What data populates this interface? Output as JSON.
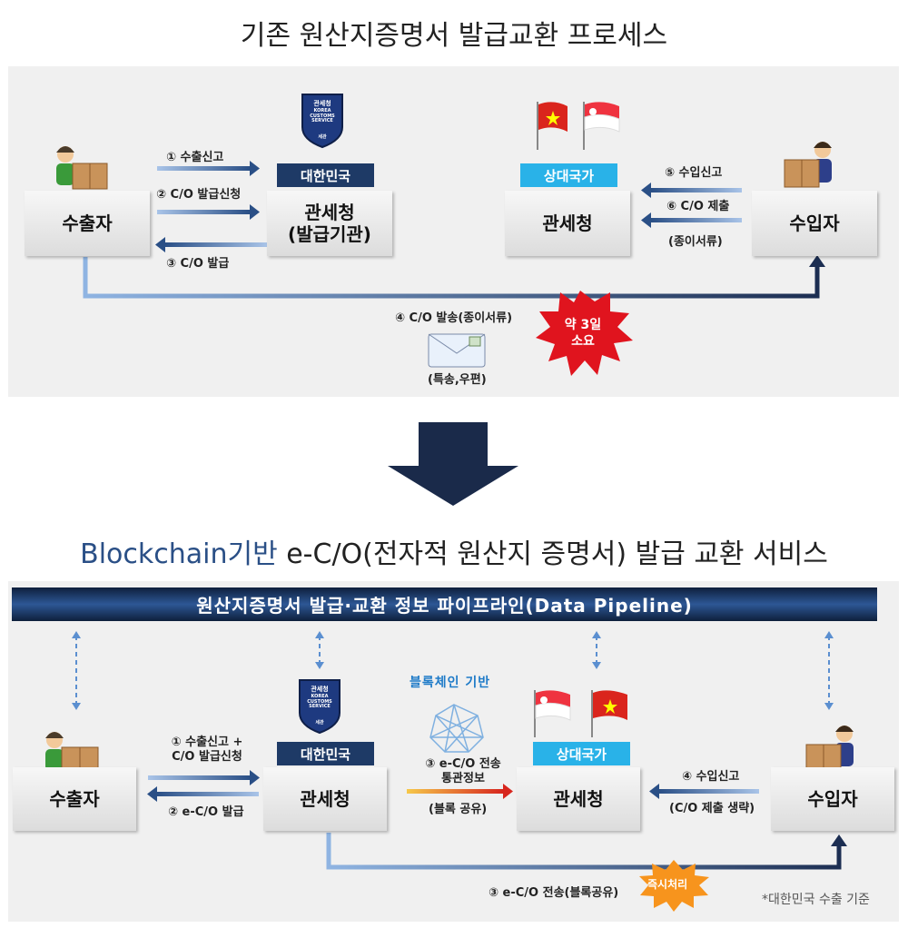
{
  "top": {
    "title": "기존 원산지증명서 발급교환 프로세스",
    "exporter": "수출자",
    "kcs": "관세청\n(발급기관)",
    "partner_customs": "관세청",
    "importer": "수입자",
    "korea_tag": "대한민국",
    "partner_tag": "상대국가",
    "step1": "① 수출신고",
    "step2": "② C/O 발급신청",
    "step3": "③ C/O 발급",
    "step4": "④ C/O 발송(종이서류)",
    "step4_sub": "(특송,우편)",
    "step5": "⑤ 수입신고",
    "step6": "⑥ C/O 제출",
    "step6_sub": "(종이서류)",
    "burst": "약 3일\n소요"
  },
  "bottom": {
    "title_blue": "Blockchain기반",
    "title_rest": " e-C/O(전자적 원산지 증명서) 발급 교환 서비스",
    "banner": "원산지증명서 발급·교환 정보 파이프라인(Data Pipeline)",
    "blockchain_label": "블록체인 기반",
    "exporter": "수출자",
    "kcs": "관세청",
    "partner_customs": "관세청",
    "importer": "수입자",
    "korea_tag": "대한민국",
    "partner_tag": "상대국가",
    "step1": "① 수출신고 +\nC/O 발급신청",
    "step2": "② e-C/O 발급",
    "step3": "③ e-C/O 전송\n통관정보",
    "step3_sub": "(블록 공유)",
    "step4": "④ 수입신고",
    "step4_sub": "(C/O 제출 생략)",
    "step3_bottom": "③ e-C/O 전송(블록공유)",
    "burst": "즉시처리",
    "note": "*대한민국 수출 기준"
  },
  "logo": {
    "top": "관세청",
    "mid": "KOREA\nCUSTOMS\nSERVICE",
    "bottom": "세관"
  },
  "colors": {
    "navy": "#1e3a66",
    "sky": "#29b2e8",
    "arrow_light": "#7aa6dd",
    "arrow_dark": "#1c2e52",
    "burst_red": "#e0141e",
    "burst_orange": "#f7941d"
  }
}
